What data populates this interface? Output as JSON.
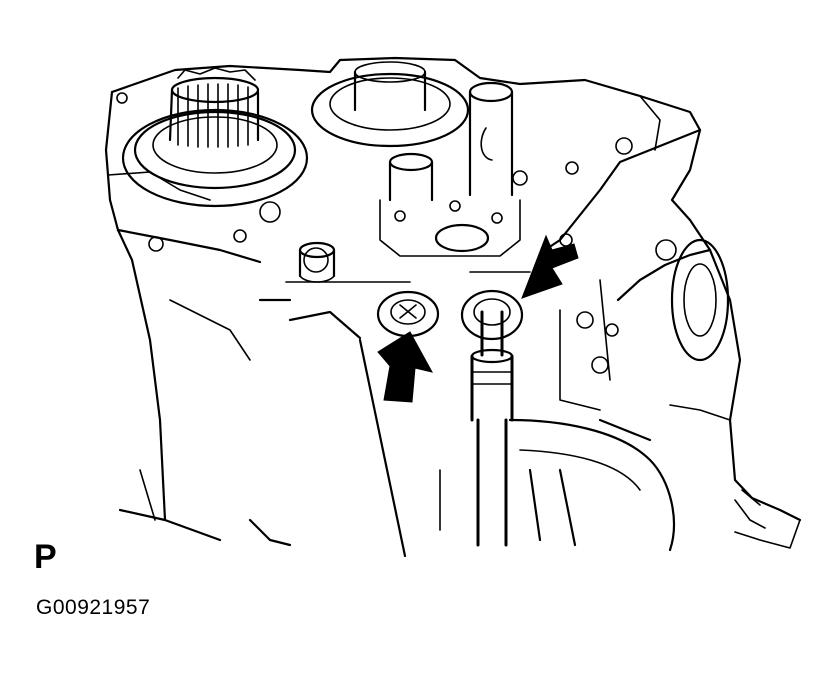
{
  "view_label": "P",
  "figure_code": "G00921957",
  "colors": {
    "line": "#000000",
    "background": "#ffffff"
  },
  "callouts": [
    {
      "name": "arrow-left-bolt",
      "direction": "up-right"
    },
    {
      "name": "arrow-right-bolt",
      "direction": "down-left"
    }
  ]
}
